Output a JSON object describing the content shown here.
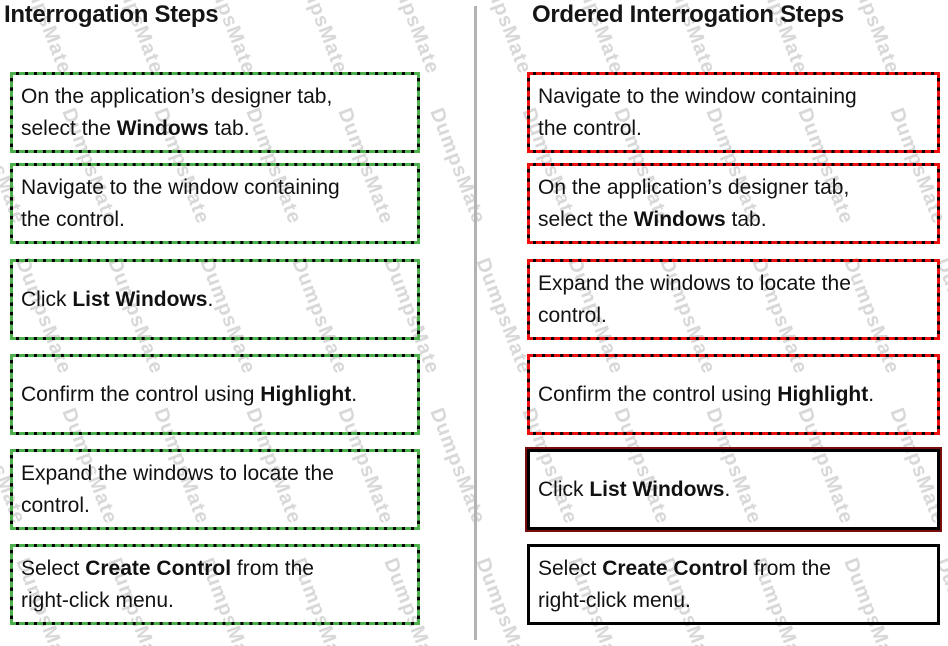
{
  "left_column": {
    "title": "Interrogation Steps",
    "steps": [
      {
        "frame": "green-dashed",
        "lines": [
          [
            {
              "t": "On the application’s designer tab,",
              "b": 0
            }
          ],
          [
            {
              "t": "select the ",
              "b": 0
            },
            {
              "t": "Windows",
              "b": 1
            },
            {
              "t": " tab.",
              "b": 0
            }
          ]
        ]
      },
      {
        "frame": "green-dashed",
        "lines": [
          [
            {
              "t": "Navigate to the window containing",
              "b": 0
            }
          ],
          [
            {
              "t": "the control.",
              "b": 0
            }
          ]
        ]
      },
      {
        "frame": "green-dashed",
        "lines": [
          [
            {
              "t": "Click ",
              "b": 0
            },
            {
              "t": "List Windows",
              "b": 1
            },
            {
              "t": ".",
              "b": 0
            }
          ]
        ]
      },
      {
        "frame": "green-dashed",
        "lines": [
          [
            {
              "t": "Confirm the control using ",
              "b": 0
            },
            {
              "t": "Highlight",
              "b": 1
            },
            {
              "t": ".",
              "b": 0
            }
          ]
        ]
      },
      {
        "frame": "green-dashed",
        "lines": [
          [
            {
              "t": "Expand the windows to locate the",
              "b": 0
            }
          ],
          [
            {
              "t": "control.",
              "b": 0
            }
          ]
        ]
      },
      {
        "frame": "green-dashed",
        "lines": [
          [
            {
              "t": "Select ",
              "b": 0
            },
            {
              "t": "Create Control",
              "b": 1
            },
            {
              "t": " from the",
              "b": 0
            }
          ],
          [
            {
              "t": "right-click menu.",
              "b": 0
            }
          ]
        ]
      }
    ]
  },
  "right_column": {
    "title": "Ordered Interrogation Steps",
    "steps": [
      {
        "frame": "red-dashed",
        "lines": [
          [
            {
              "t": "Navigate to the window containing",
              "b": 0
            }
          ],
          [
            {
              "t": "the control.",
              "b": 0
            }
          ]
        ]
      },
      {
        "frame": "red-dashed",
        "lines": [
          [
            {
              "t": "On the application’s designer tab,",
              "b": 0
            }
          ],
          [
            {
              "t": "select the ",
              "b": 0
            },
            {
              "t": "Windows",
              "b": 1
            },
            {
              "t": " tab.",
              "b": 0
            }
          ]
        ]
      },
      {
        "frame": "red-dashed",
        "lines": [
          [
            {
              "t": "Expand the windows to locate the",
              "b": 0
            }
          ],
          [
            {
              "t": "control.",
              "b": 0
            }
          ]
        ]
      },
      {
        "frame": "red-dashed",
        "lines": [
          [
            {
              "t": "Confirm the control using ",
              "b": 0
            },
            {
              "t": "Highlight",
              "b": 1
            },
            {
              "t": ".",
              "b": 0
            }
          ]
        ]
      },
      {
        "frame": "dark-red",
        "lines": [
          [
            {
              "t": "Click ",
              "b": 0
            },
            {
              "t": "List Windows",
              "b": 1
            },
            {
              "t": ".",
              "b": 0
            }
          ]
        ]
      },
      {
        "frame": "black",
        "lines": [
          [
            {
              "t": "Select ",
              "b": 0
            },
            {
              "t": "Create Control",
              "b": 1
            },
            {
              "t": " from the",
              "b": 0
            }
          ],
          [
            {
              "t": "right-click menu.",
              "b": 0
            }
          ]
        ]
      }
    ]
  },
  "watermark": {
    "text": "DumpsMate"
  },
  "colors": {
    "green_dash": "#4db04d",
    "red_dash": "#ee0f0f",
    "dark_red": "#7a0c0c",
    "step_border": "#000000",
    "divider_gray": "#b3b3b3",
    "watermark_gray": "#d8d8d8",
    "text": "#111111"
  }
}
